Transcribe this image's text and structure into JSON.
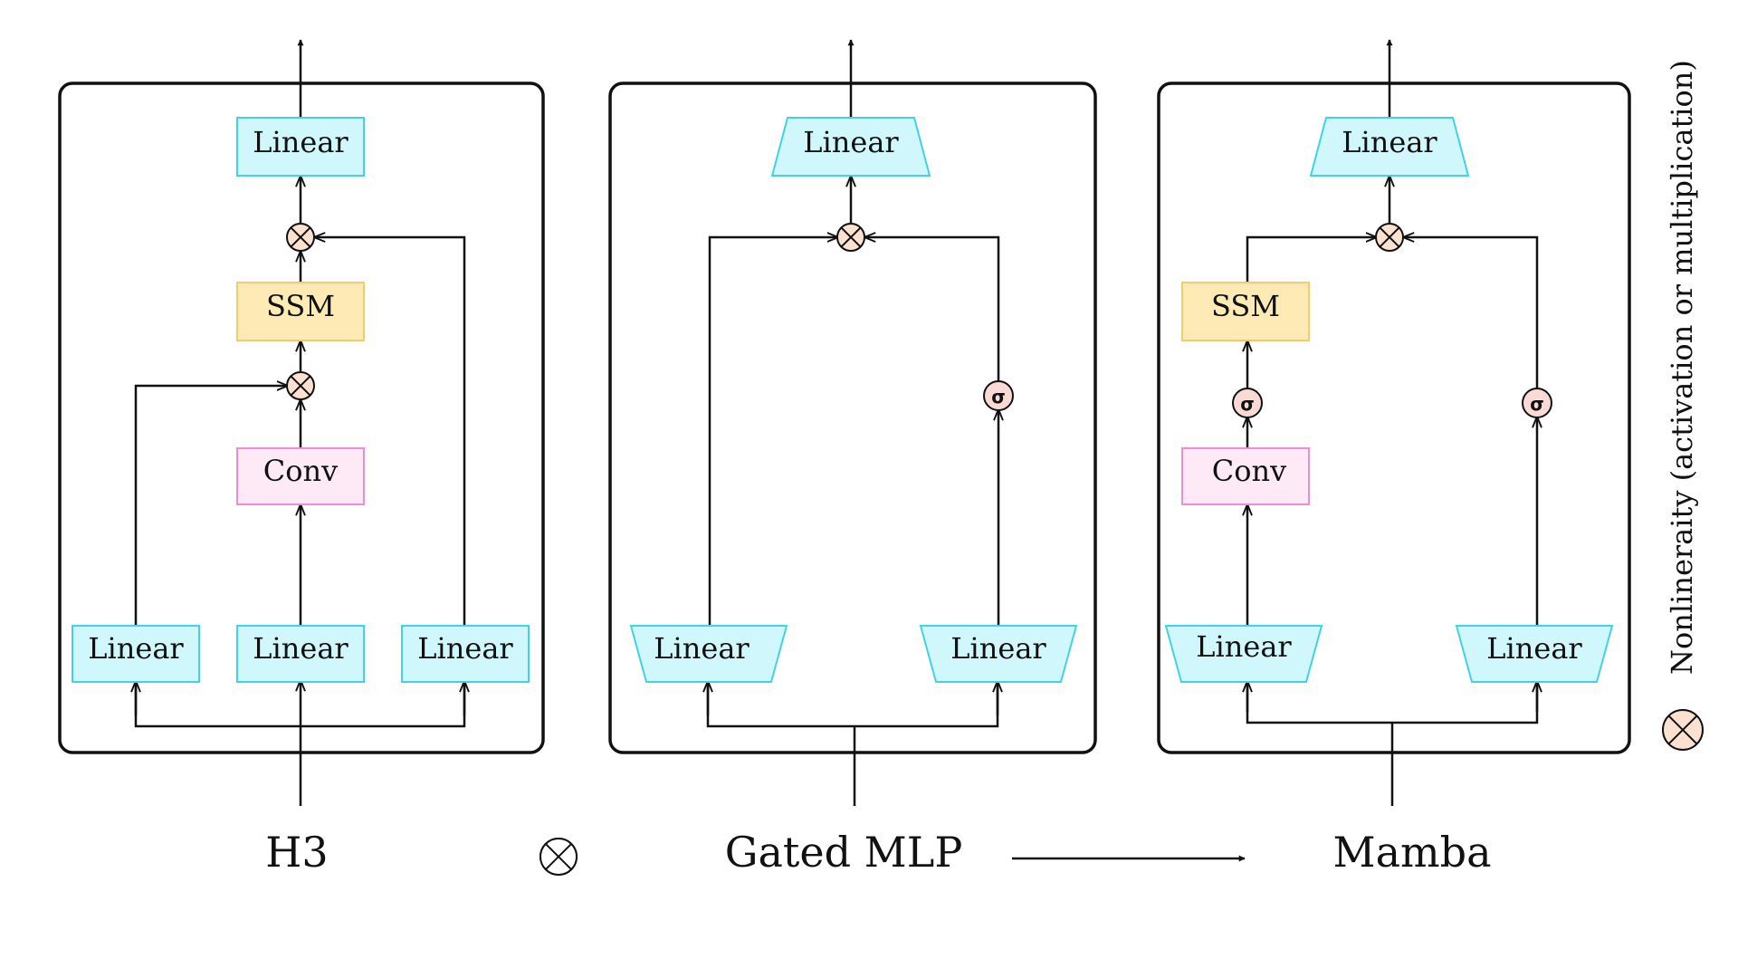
{
  "labels": {
    "linear": "Linear",
    "ssm": "SSM",
    "conv": "Conv",
    "sigma": "σ"
  },
  "titles": {
    "h3": "H3",
    "gated_mlp": "Gated MLP",
    "mamba": "Mamba"
  },
  "side_legend": {
    "text": "Nonlineraity (activation or multiplication)"
  },
  "colors": {
    "linear_fill": "#cff7fc",
    "linear_border": "#3ed3e6",
    "ssm_fill": "#fdeab5",
    "conv_fill": "#fdeaf6",
    "multiply_fill": "#fbe1cf",
    "sigma_fill": "#fbd9d5"
  }
}
